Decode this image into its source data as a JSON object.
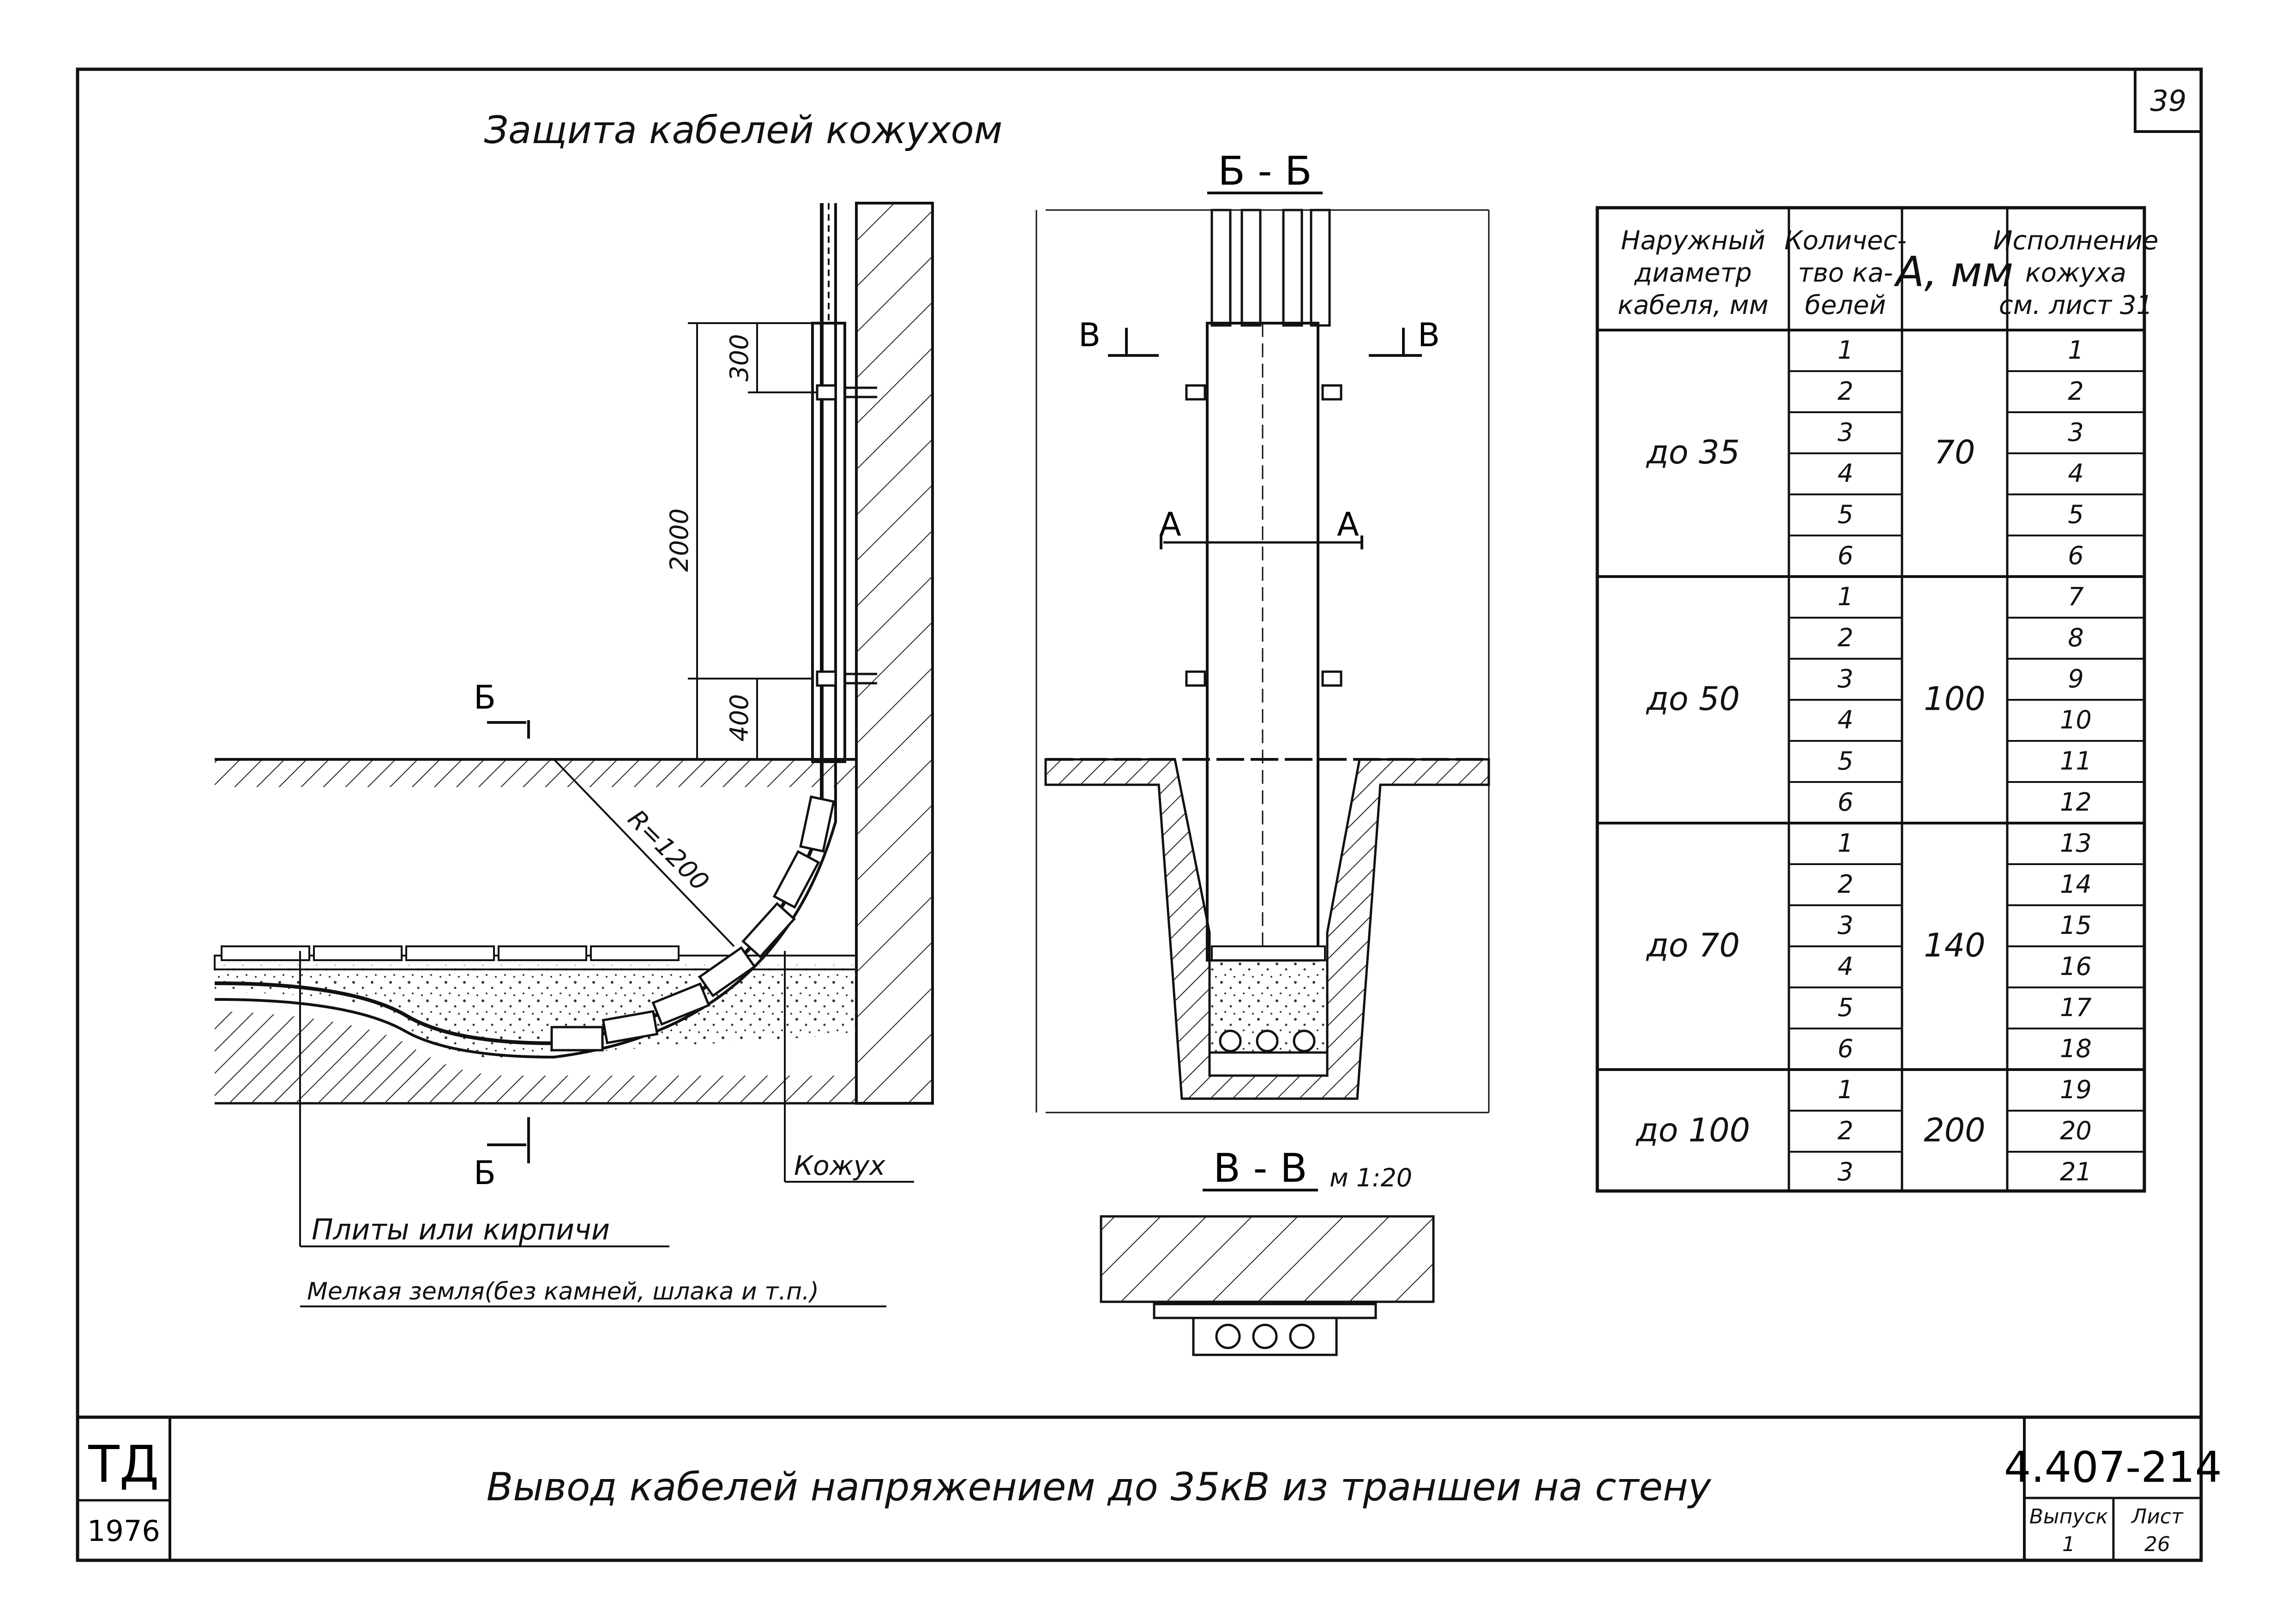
{
  "sheet": {
    "page_number": "39",
    "org_mark": "ТД",
    "year": "1976",
    "doc_code": "4.407-214",
    "issue_label": "Выпуск",
    "issue_value": "1",
    "sheet_label": "Лист",
    "sheet_value": "26",
    "bottom_title": "Вывод кабелей напряжением до 35кВ из траншеи на стену"
  },
  "drawing": {
    "main_title": "Защита кабелей кожухом",
    "section_bb": "Б - Б",
    "section_vv": "В - В",
    "section_vv_scale": "м 1:20",
    "cut_b": "Б",
    "cut_v": "В",
    "cut_a": "А",
    "dim_300": "300",
    "dim_2000": "2000",
    "dim_400": "400",
    "radius": "R=1200",
    "label_casing": "Кожух",
    "label_slabs": "Плиты или кирпичи",
    "label_soil": "Мелкая земля(без камней, шлака и т.п.)"
  },
  "table": {
    "headers": [
      [
        "Наружный",
        "диаметр",
        "кабеля, мм"
      ],
      [
        "Количес-",
        "тво ка-",
        "белей"
      ],
      [
        "А, мм"
      ],
      [
        "Исполнение",
        "кожуха",
        "см. лист 31"
      ]
    ],
    "groups": [
      {
        "diameter": "до 35",
        "a_mm": "70",
        "counts": [
          "1",
          "2",
          "3",
          "4",
          "5",
          "6"
        ],
        "versions": [
          "1",
          "2",
          "3",
          "4",
          "5",
          "6"
        ]
      },
      {
        "diameter": "до 50",
        "a_mm": "100",
        "counts": [
          "1",
          "2",
          "3",
          "4",
          "5",
          "6"
        ],
        "versions": [
          "7",
          "8",
          "9",
          "10",
          "11",
          "12"
        ]
      },
      {
        "diameter": "до 70",
        "a_mm": "140",
        "counts": [
          "1",
          "2",
          "3",
          "4",
          "5",
          "6"
        ],
        "versions": [
          "13",
          "14",
          "15",
          "16",
          "17",
          "18"
        ]
      },
      {
        "diameter": "до 100",
        "a_mm": "200",
        "counts": [
          "1",
          "2",
          "3"
        ],
        "versions": [
          "19",
          "20",
          "21"
        ]
      }
    ]
  }
}
